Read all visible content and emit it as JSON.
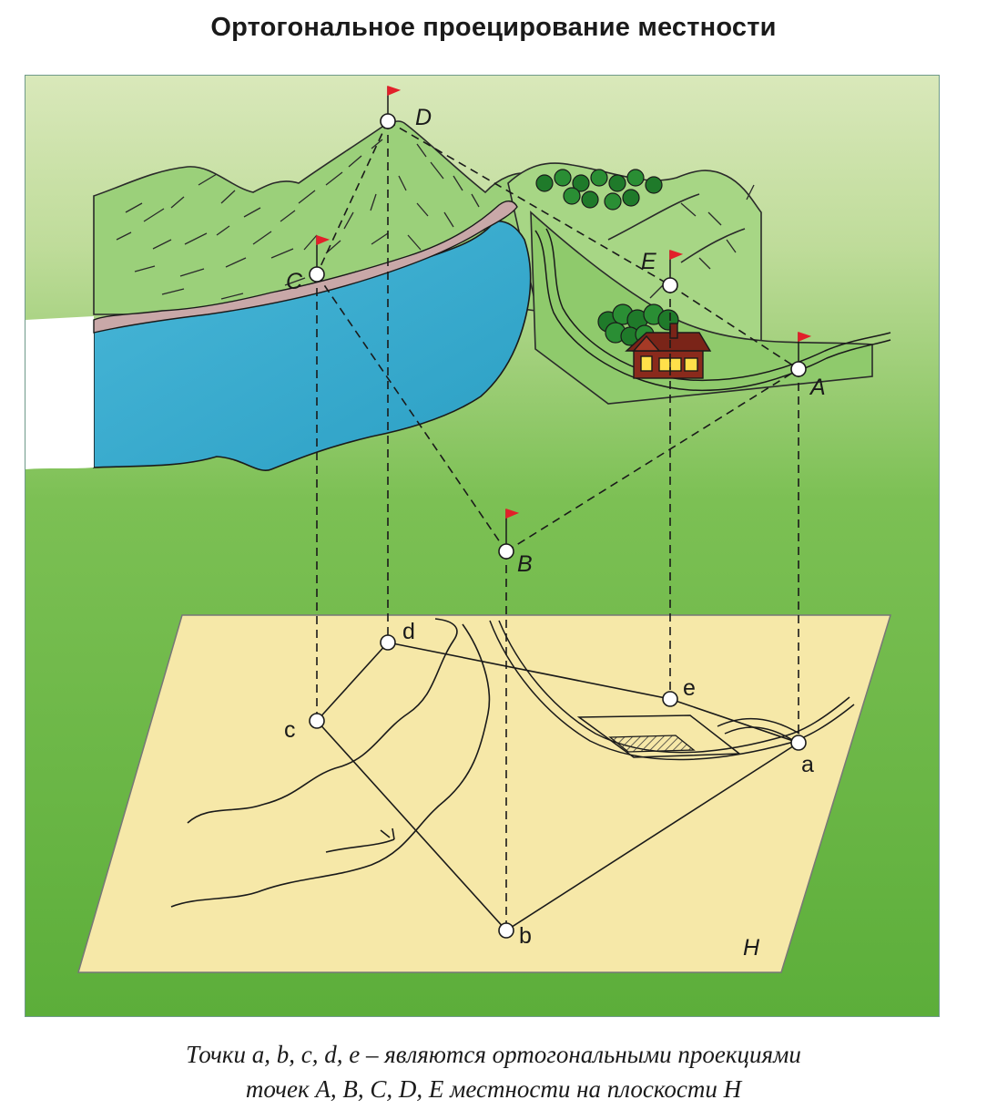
{
  "title": "Ортогональное проецирование местности",
  "points_upper": [
    {
      "id": "A",
      "label": "A"
    },
    {
      "id": "B",
      "label": "B"
    },
    {
      "id": "C",
      "label": "C"
    },
    {
      "id": "D",
      "label": "D"
    },
    {
      "id": "E",
      "label": "E"
    }
  ],
  "points_lower": [
    {
      "id": "a",
      "label": "a"
    },
    {
      "id": "b",
      "label": "b"
    },
    {
      "id": "c",
      "label": "c"
    },
    {
      "id": "d",
      "label": "d"
    },
    {
      "id": "e",
      "label": "e"
    }
  ],
  "plane_label": "H",
  "caption": {
    "line1": "Точки a, b, c, d, e – являются ортогональными проекциями",
    "line2": "точек A, B, C, D, E местности на плоскости H"
  },
  "colors": {
    "sky_top": "#d6e6b6",
    "grass": "#63b23f",
    "lake": "#3aaed0",
    "plane": "#f6e8a8",
    "flag": "#e2202a",
    "house": "#8a2a1c"
  }
}
